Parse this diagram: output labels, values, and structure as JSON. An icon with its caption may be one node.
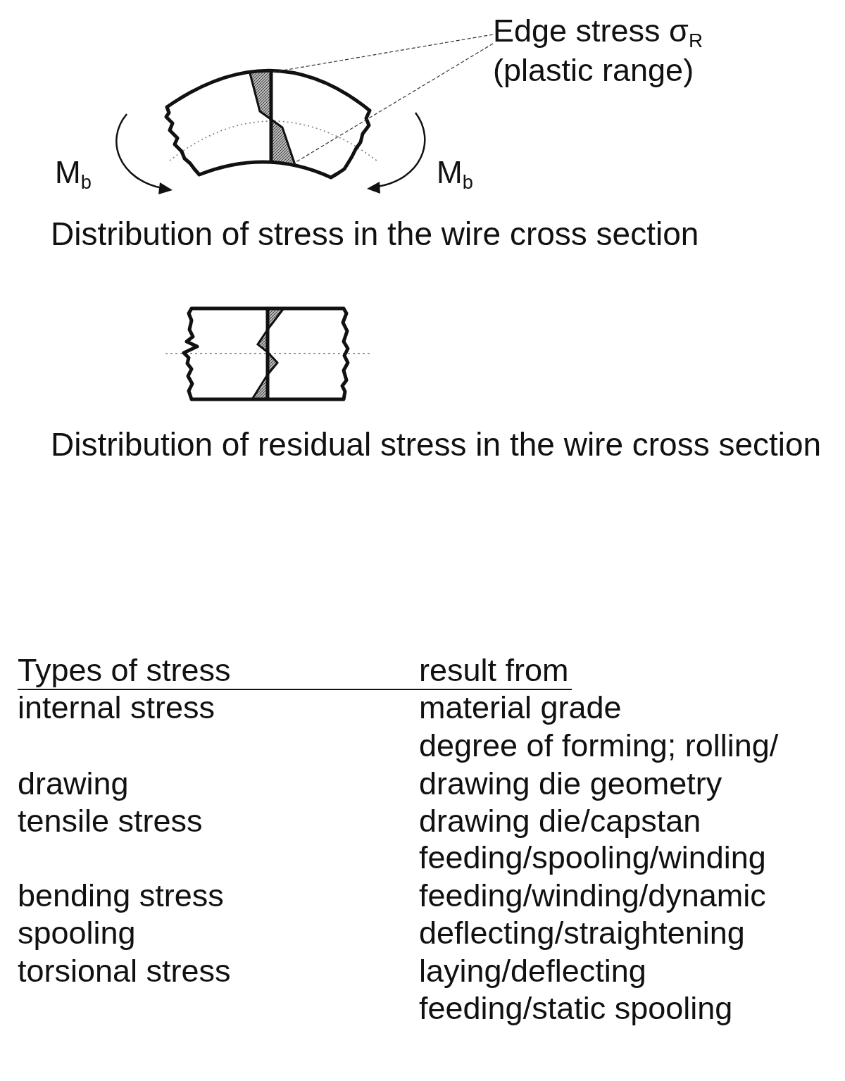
{
  "diagram": {
    "nodes": [
      {
        "text": [
          "Edge stress σ$_{R}$ (plastic range)"
        ]
      },
      {
        "text": [],
        "shape": "wedge"
      },
      {
        "text": [],
        "shape": "wedge"
      }
    ],
    "edges": [
      {
        "from": 0,
        "to": 1,
        "arrow": "none",
        "style": "dashed"
      },
      {
        "from": 0,
        "to": 2,
        "arrow": "none",
        "style": "dashed"
      }
    ],
    "labels": [
      "M$_{b}$",
      "M$_{b}$",
      "Distribution of stress in the wire cross section",
      "Distribution of residual stress in the wire cross section",
      "Types of stress",
      "result from",
      "internal stress",
      "material grade",
      "degree of forming; rolling/",
      "drawing",
      "drawing die geometry",
      "tensile stress",
      "drawing die/capstan",
      "feeding/spooling/winding",
      "bending stress",
      "feeding/winding/dynamic",
      "spooling",
      "deflecting/straightening",
      "torsional stress",
      "laying/deflecting",
      "feeding/static spooling"
    ]
  }
}
